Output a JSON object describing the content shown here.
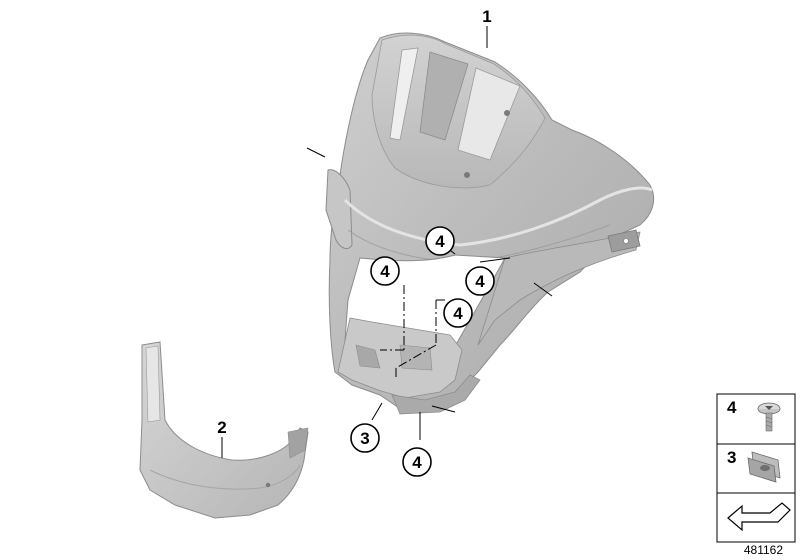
{
  "parts": [
    {
      "number": "1"
    },
    {
      "number": "2"
    }
  ],
  "callouts": [
    {
      "number": "4"
    },
    {
      "number": "4"
    },
    {
      "number": "4"
    },
    {
      "number": "4"
    },
    {
      "number": "3"
    },
    {
      "number": "4"
    }
  ],
  "legend": [
    {
      "number": "4",
      "icon": "screw-icon"
    },
    {
      "number": "3",
      "icon": "clip-nut-icon"
    },
    {
      "number": "",
      "icon": "arrow-icon"
    }
  ],
  "drawing_number": "481162",
  "colors": {
    "part_light": "#dcdcdc",
    "part_mid": "#bdbdbd",
    "part_dark": "#9c9c9c",
    "line": "#000000"
  }
}
